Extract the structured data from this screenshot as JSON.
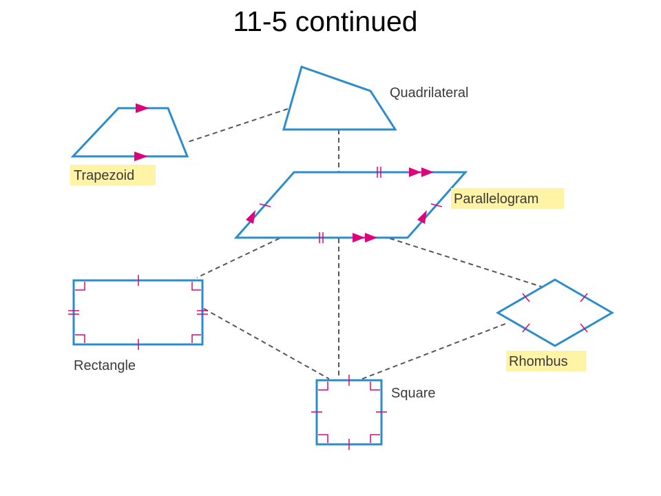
{
  "slide": {
    "title": "11-5 continued"
  },
  "shapes": {
    "quadrilateral": "Quadrilateral",
    "trapezoid": "Trapezoid",
    "parallelogram": "Parallelogram",
    "rectangle": "Rectangle",
    "rhombus": "Rhombus",
    "square": "Square"
  },
  "colors": {
    "shape_stroke": "#2a8ccc",
    "mark": "#e0007a",
    "highlight": "#fff3a6",
    "connector": "#555555"
  }
}
